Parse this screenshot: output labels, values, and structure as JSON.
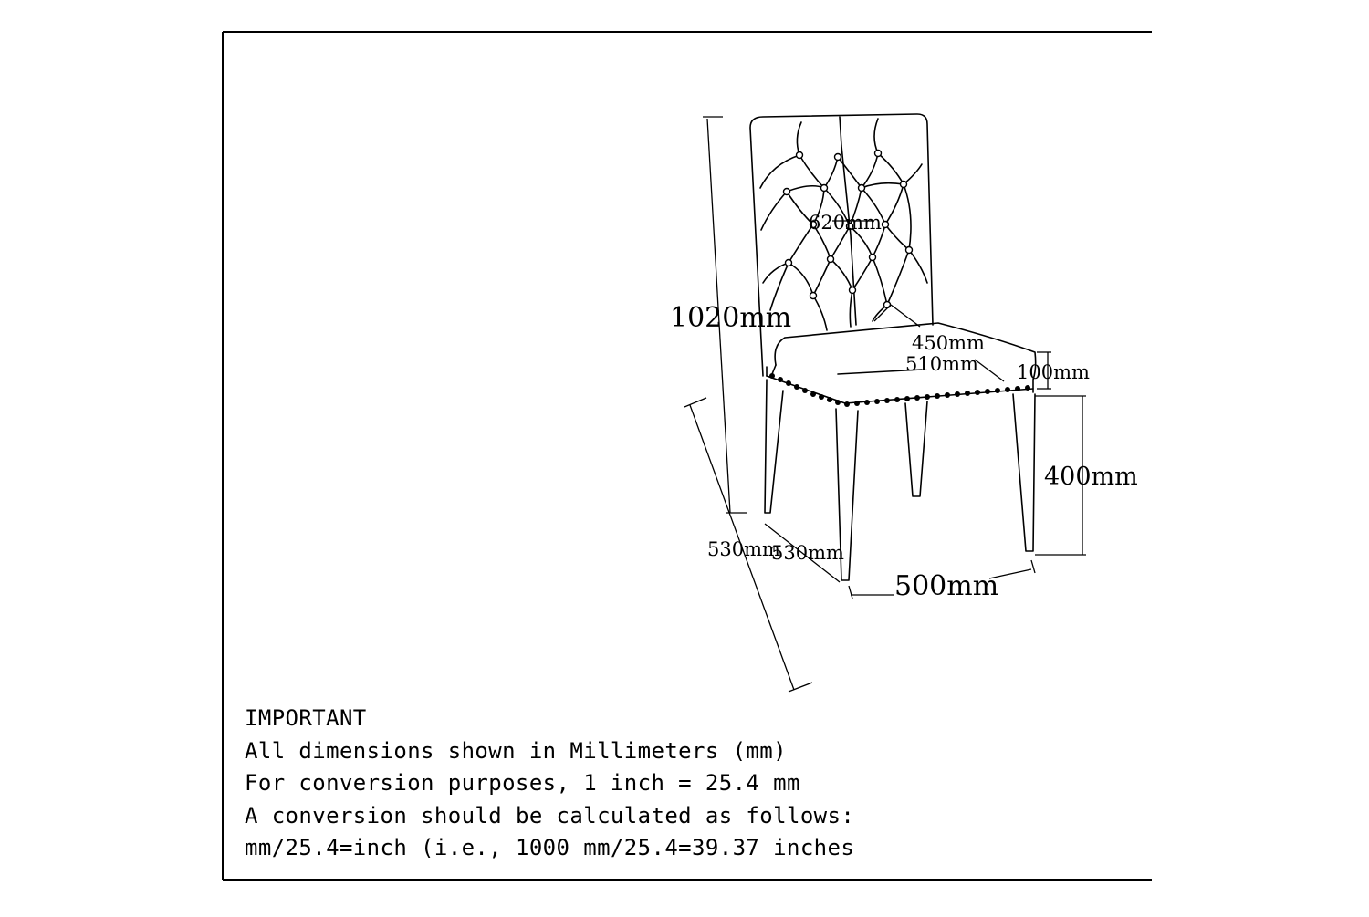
{
  "dimensions": {
    "overall_height": "1020mm",
    "back_height": "620mm",
    "seat_depth": "450mm",
    "seat_width": "510mm",
    "seat_thickness": "100mm",
    "leg_height": "400mm",
    "depth_outer": "530mm",
    "depth_inner": "530mm",
    "leg_width": "500mm"
  },
  "notes": {
    "heading": "IMPORTANT",
    "lines": [
      "All dimensions shown in Millimeters (mm)",
      "For conversion purposes, 1 inch = 25.4 mm",
      "A conversion should be calculated as follows:",
      "mm/25.4=inch (i.e., 1000 mm/25.4=39.37 inches"
    ]
  }
}
